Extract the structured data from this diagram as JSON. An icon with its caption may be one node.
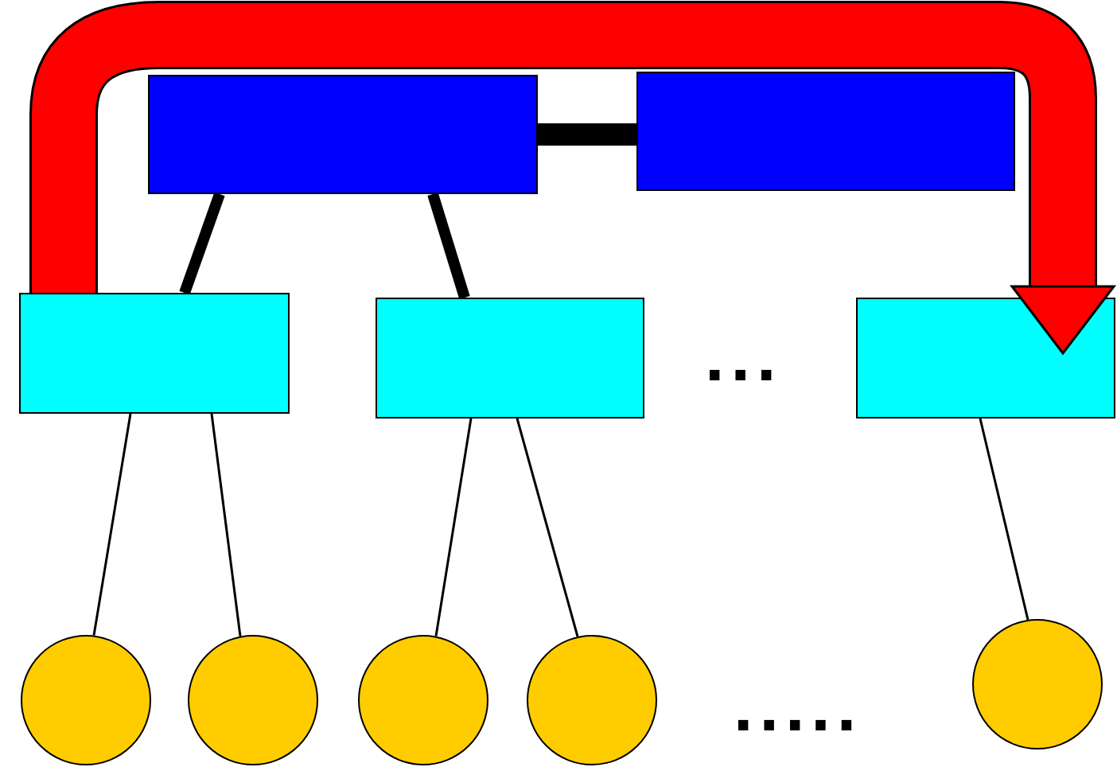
{
  "diagram": {
    "nodes": [
      {
        "text": [],
        "shape": "box"
      },
      {
        "text": [],
        "shape": "box"
      },
      {
        "text": [],
        "shape": "box"
      },
      {
        "text": [],
        "shape": "box"
      },
      {
        "text": [],
        "shape": "box"
      },
      {
        "text": [],
        "shape": "circle"
      },
      {
        "text": [],
        "shape": "circle"
      },
      {
        "text": [],
        "shape": "circle"
      },
      {
        "text": [],
        "shape": "circle"
      },
      {
        "text": [],
        "shape": "circle"
      }
    ],
    "edges": [
      {
        "from": 0,
        "to": 1,
        "arrow": "none",
        "style": "thick"
      },
      {
        "from": 0,
        "to": 2,
        "arrow": "none",
        "style": "thick"
      },
      {
        "from": 0,
        "to": 3,
        "arrow": "none",
        "style": "thick"
      },
      {
        "from": 2,
        "to": 5,
        "arrow": "none"
      },
      {
        "from": 2,
        "to": 6,
        "arrow": "none"
      },
      {
        "from": 3,
        "to": 7,
        "arrow": "none"
      },
      {
        "from": 3,
        "to": 8,
        "arrow": "none"
      },
      {
        "from": 4,
        "to": 9,
        "arrow": "none"
      },
      {
        "from": 2,
        "to": 4,
        "arrow": "to",
        "style": "thick",
        "color": "#ff0000"
      }
    ],
    "labels": [
      "...",
      "....."
    ]
  }
}
